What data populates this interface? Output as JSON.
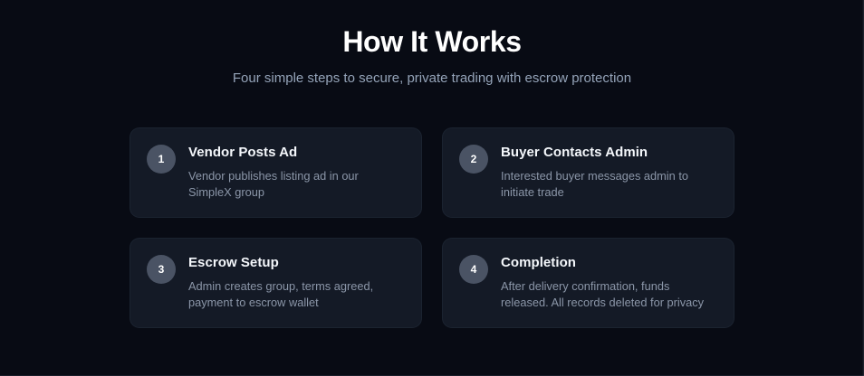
{
  "header": {
    "title": "How It Works",
    "subtitle": "Four simple steps to secure, private trading with escrow protection"
  },
  "steps": [
    {
      "number": "1",
      "title": "Vendor Posts Ad",
      "description": "Vendor publishes listing ad in our SimpleX group"
    },
    {
      "number": "2",
      "title": "Buyer Contacts Admin",
      "description": "Interested buyer messages admin to initiate trade"
    },
    {
      "number": "3",
      "title": "Escrow Setup",
      "description": "Admin creates group, terms agreed, payment to escrow wallet"
    },
    {
      "number": "4",
      "title": "Completion",
      "description": "After delivery confirmation, funds released. All records deleted for privacy"
    }
  ],
  "colors": {
    "page_background": "#080b14",
    "card_background": "#141a26",
    "badge_background": "#4a5364",
    "title_text": "#ffffff",
    "subtitle_text": "#94a3b8",
    "body_text": "#8b96a8"
  }
}
